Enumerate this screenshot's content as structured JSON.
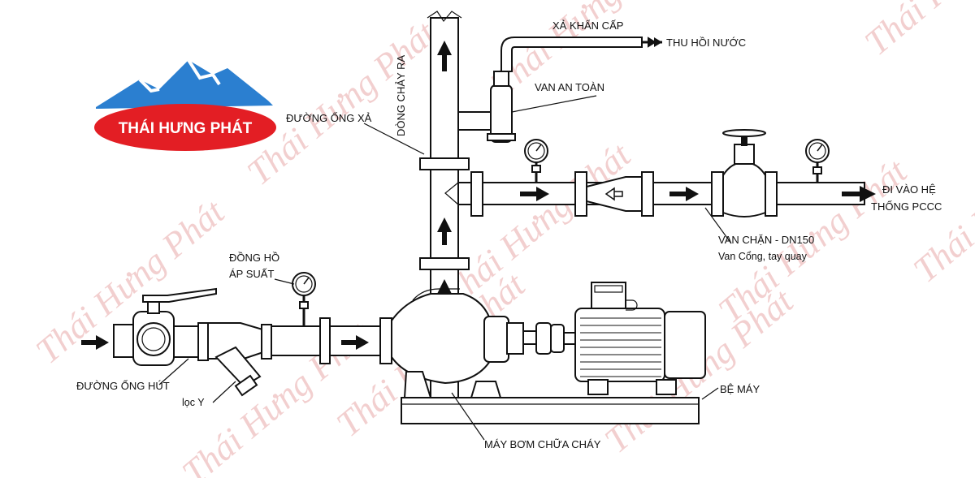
{
  "logo": {
    "brand_text": "THÁI HƯNG PHÁT",
    "mountain_color": "#2b7fd0",
    "ellipse_color": "#e31e24"
  },
  "watermark": {
    "text": "Thái Hưng Phát",
    "color": "#e9a9a9"
  },
  "labels": {
    "outlet_flow": "DÒNG CHẢY RA",
    "discharge_pipe": "ĐƯỜNG ỐNG XẢ",
    "emergency_drain": "XẢ KHẨN CẤP",
    "water_recovery": "THU HỒI NƯỚC",
    "safety_valve": "VAN AN TOÀN",
    "to_system_line1": "ĐI VÀO HỆ",
    "to_system_line2": "THỐNG PCCC",
    "gate_valve_line1": "VAN CHẶN - DN150",
    "gate_valve_line2": "Van Cổng, tay quay",
    "pressure_gauge_line1": "ĐỒNG HỒ",
    "pressure_gauge_line2": "ÁP SUẤT",
    "suction_pipe": "ĐƯỜNG ỐNG HÚT",
    "y_strainer": "lọc Y",
    "machine_base": "BỆ MÁY",
    "fire_pump": "MÁY BƠM CHỮA CHÁY"
  }
}
